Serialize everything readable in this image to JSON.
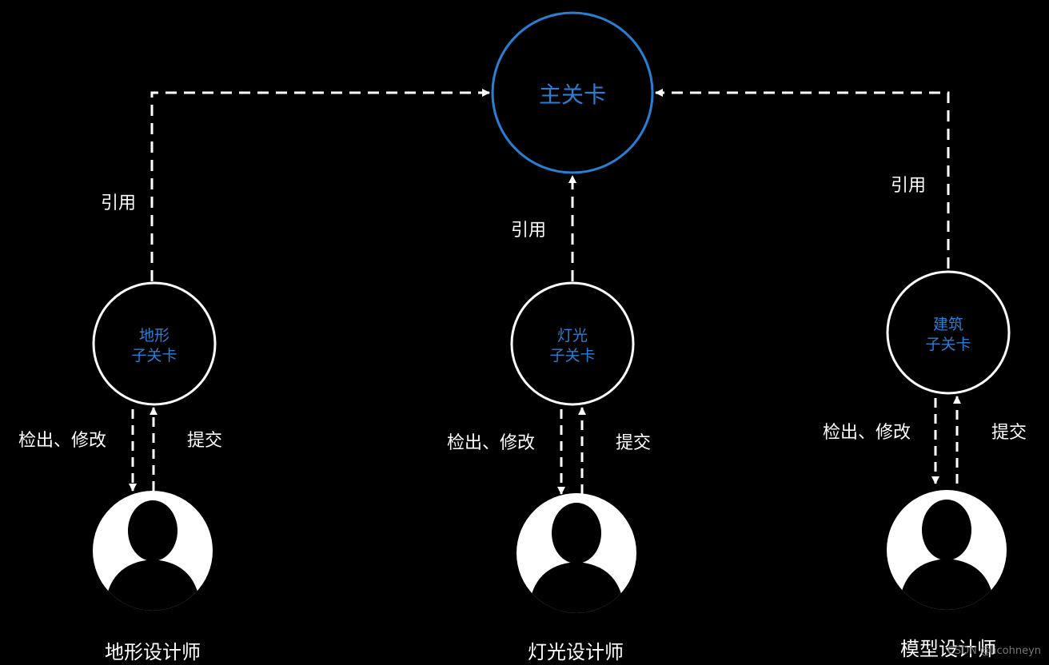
{
  "colors": {
    "background": "#000000",
    "accent": "#2a7fd4",
    "line": "#ffffff",
    "text": "#ffffff"
  },
  "main_level": {
    "label": "主关卡"
  },
  "sub_levels": [
    {
      "id": "terrain",
      "label_line1": "地形",
      "label_line2": "子关卡",
      "ref_label": "引用",
      "checkout_label": "检出、修改",
      "submit_label": "提交",
      "designer_label": "地形设计师",
      "avatar_icon": "user-silhouette-icon"
    },
    {
      "id": "lighting",
      "label_line1": "灯光",
      "label_line2": "子关卡",
      "ref_label": "引用",
      "checkout_label": "检出、修改",
      "submit_label": "提交",
      "designer_label": "灯光设计师",
      "avatar_icon": "user-silhouette-icon"
    },
    {
      "id": "building",
      "label_line1": "建筑",
      "label_line2": "子关卡",
      "ref_label": "引用",
      "checkout_label": "检出、修改",
      "submit_label": "提交",
      "designer_label": "模型设计师",
      "avatar_icon": "user-silhouette-icon"
    }
  ],
  "watermark": "CSDN @Iicohneyn"
}
